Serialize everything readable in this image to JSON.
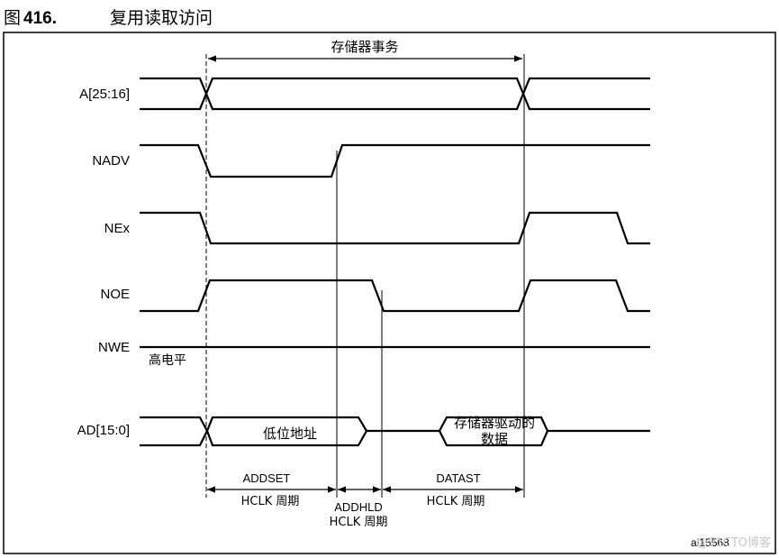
{
  "figure": {
    "label": "图",
    "number": "416.",
    "caption": "复用读取访问"
  },
  "transaction_label": "存储器事务",
  "signals": [
    "A[25:16]",
    "NADV",
    "NEx",
    "NOE",
    "NWE",
    "AD[15:0]"
  ],
  "nwe_note": "高电平",
  "bus": {
    "address_label": "低位地址",
    "data_line1": "存储器驱动的",
    "data_line2": "数据"
  },
  "timing": {
    "addset_name": "ADDSET",
    "addset_unit": "HCLK 周期",
    "addhld_name": "ADDHLD",
    "addhld_unit": "HCLK 周期",
    "datast_name": "DATAST",
    "datast_unit": "HCLK 周期"
  },
  "figure_id": "ai15568",
  "watermark": "@51CTO博客"
}
